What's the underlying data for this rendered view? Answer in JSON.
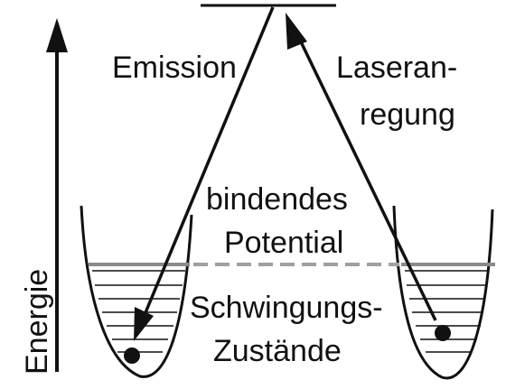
{
  "labels": {
    "emission": "Emission",
    "excitation_line1": "Laseran-",
    "excitation_line2": "regung",
    "potential_line1": "bindendes",
    "potential_line2": "Potential",
    "states_line1": "Schwingungs-",
    "states_line2": "Zustände",
    "energy_axis": "Energie"
  },
  "colors": {
    "ink": "#111111",
    "dashed_level": "#9a9a9a"
  }
}
